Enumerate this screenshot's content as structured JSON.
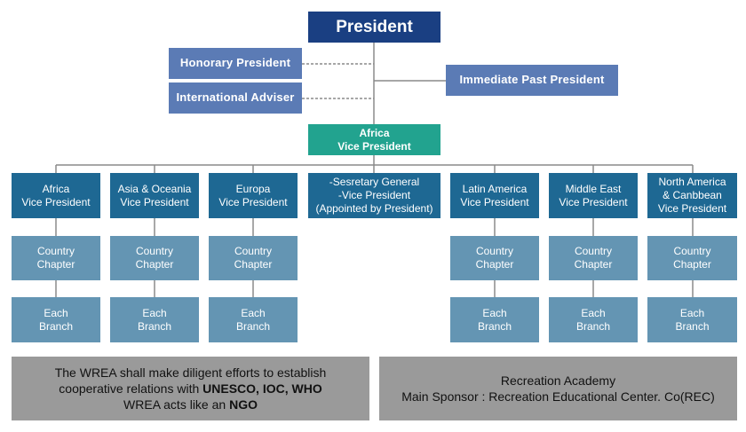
{
  "colors": {
    "president": "#1a3f82",
    "honorary": "#5b7bb5",
    "africa_top": "#22a38f",
    "vice_president": "#1e6893",
    "chapter": "#6495b3",
    "note": "#9a9a9a",
    "line": "#8a8a8a"
  },
  "top": {
    "president": "President",
    "honorary_president": "Honorary  President",
    "international_adviser": "International  Adviser",
    "immediate_past_president": "Immediate  Past  President",
    "africa_vice_president": "Africa\nVice President"
  },
  "regions": [
    {
      "vp": "Africa\nVice President",
      "chapter": "Country\nChapter",
      "branch": "Each\nBranch"
    },
    {
      "vp": "Asia & Oceania\nVice President",
      "chapter": "Country\nChapter",
      "branch": "Each\nBranch"
    },
    {
      "vp": "Europa\nVice President",
      "chapter": "Country\nChapter",
      "branch": "Each\nBranch"
    },
    {
      "vp": "-Sesretary General\n-Vice President\n(Appointed by President)"
    },
    {
      "vp": "Latin America\nVice President",
      "chapter": "Country\nChapter",
      "branch": "Each\nBranch"
    },
    {
      "vp": "Middle East\nVice President",
      "chapter": "Country\nChapter",
      "branch": "Each\nBranch"
    },
    {
      "vp": "North America\n& Canbbean\nVice President",
      "chapter": "Country\nChapter",
      "branch": "Each\nBranch"
    }
  ],
  "notes": {
    "left_line1": "The WREA shall make diligent efforts to establish",
    "left_line2_prefix": "cooperative relations with ",
    "left_line2_bold": "UNESCO, IOC, WHO",
    "left_line3_prefix": "WREA acts like an ",
    "left_line3_bold": "NGO",
    "right_line1": "Recreation Academy",
    "right_line2": "Main Sponsor : Recreation Educational Center. Co(REC)"
  }
}
